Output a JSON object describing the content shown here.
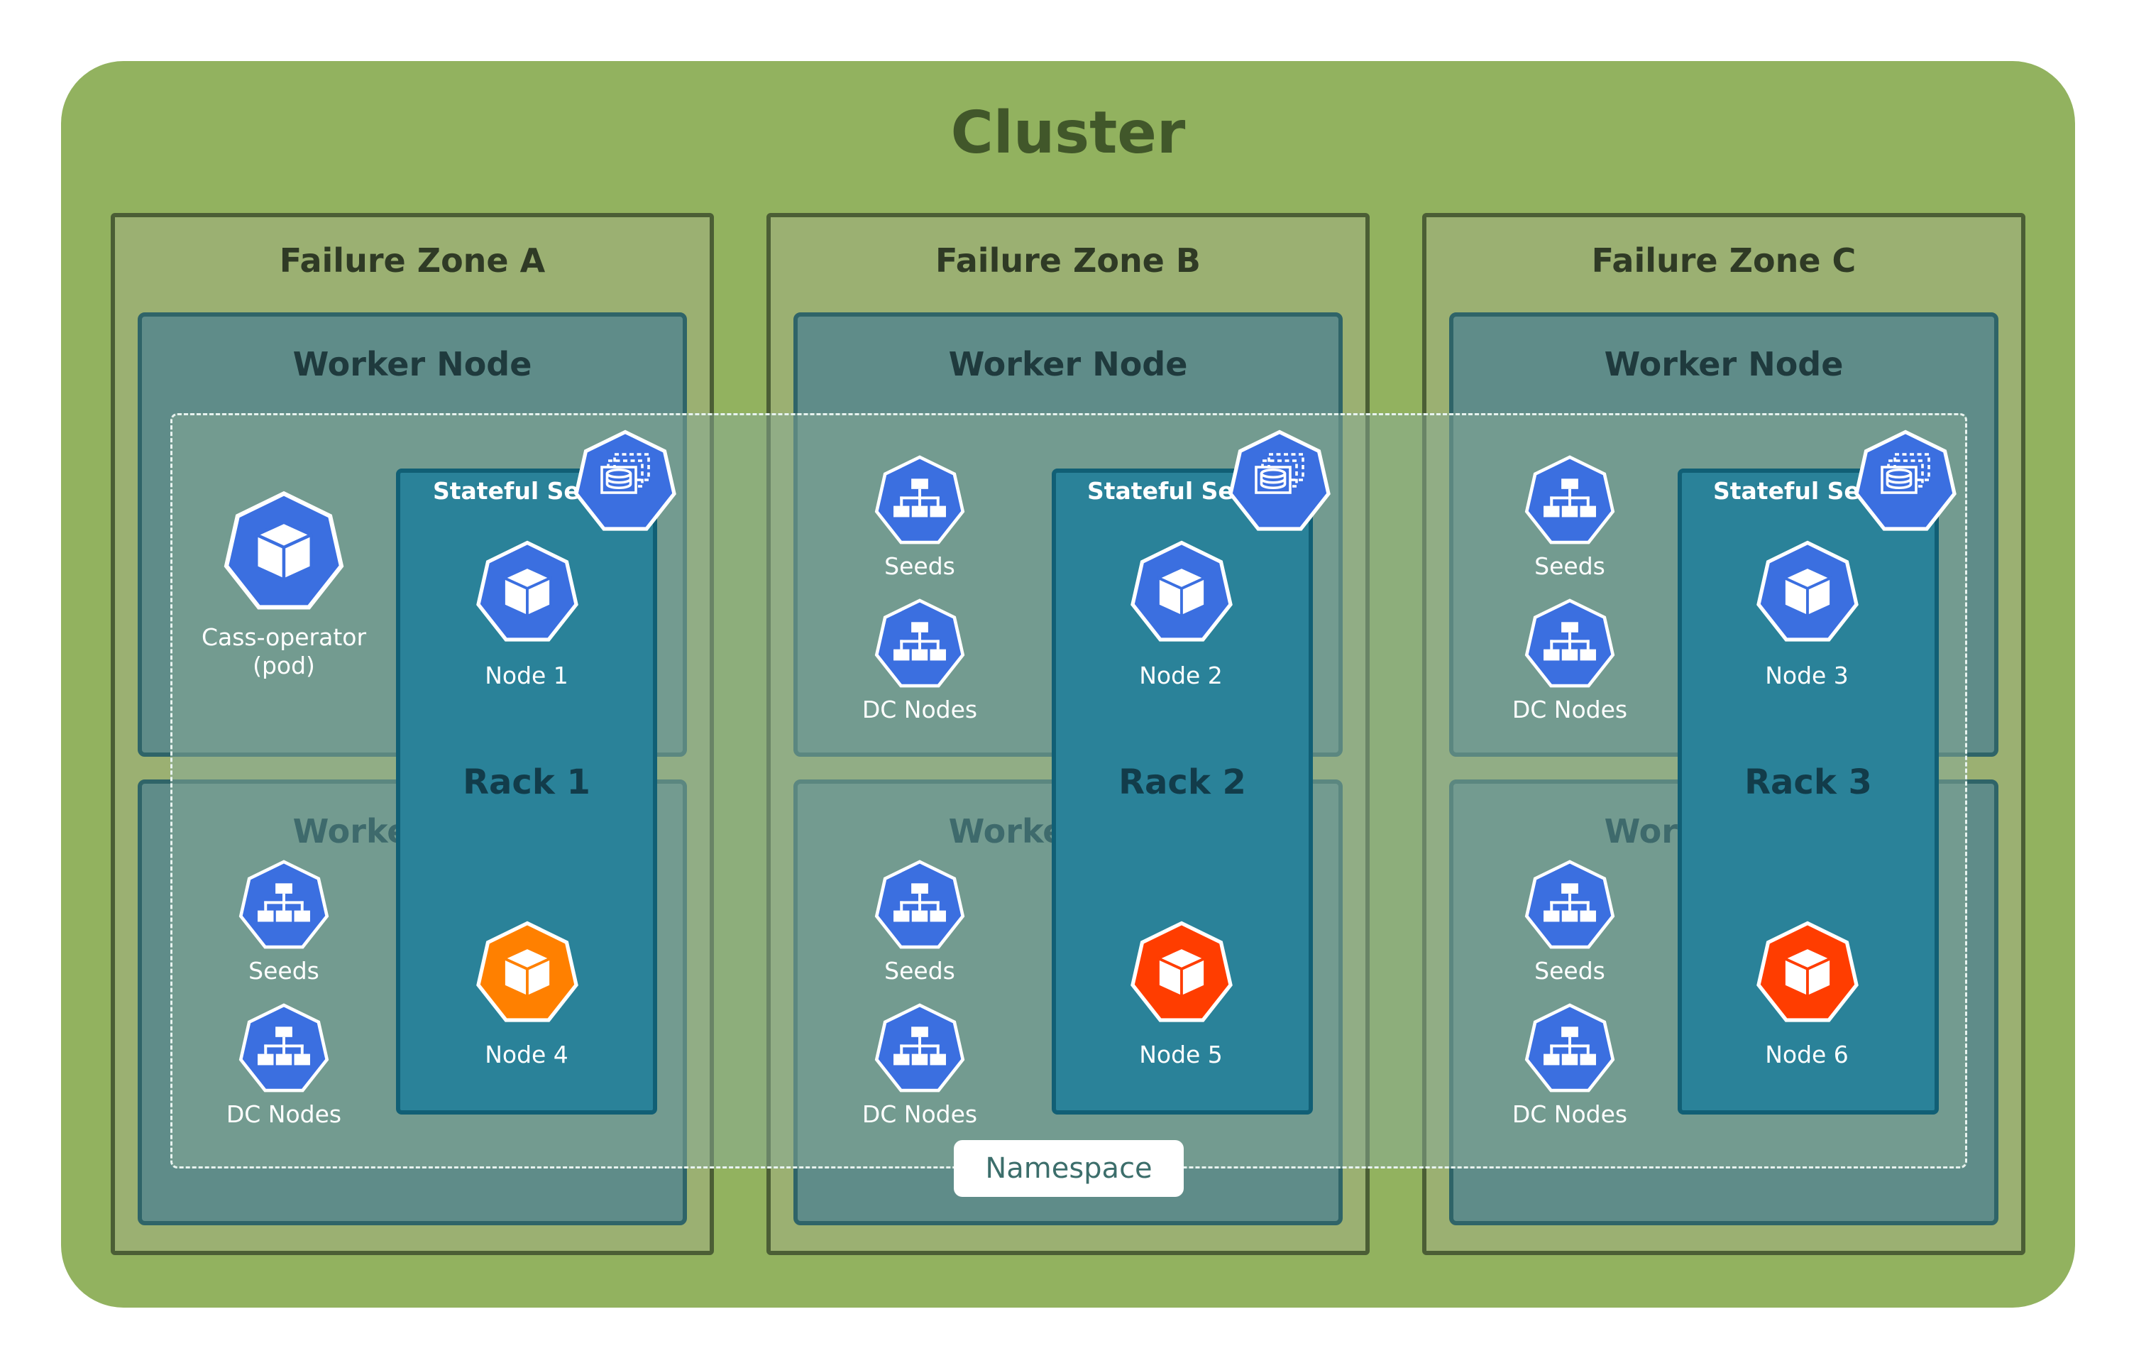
{
  "cluster": {
    "title": "Cluster"
  },
  "zones": [
    {
      "title": "Failure Zone A"
    },
    {
      "title": "Failure Zone B"
    },
    {
      "title": "Failure Zone C"
    }
  ],
  "worker_node_label": "Worker Node",
  "stateful_set_label": "Stateful Set",
  "racks": [
    {
      "title": "Rack 1"
    },
    {
      "title": "Rack 2"
    },
    {
      "title": "Rack 3"
    }
  ],
  "pods": {
    "cass_operator": "Cass-operator\n(pod)",
    "seeds": "Seeds",
    "dc_nodes": "DC Nodes"
  },
  "cass_nodes": [
    {
      "label": "Node 1",
      "color": "#3b6fe0"
    },
    {
      "label": "Node 2",
      "color": "#3b6fe0"
    },
    {
      "label": "Node 3",
      "color": "#3b6fe0"
    },
    {
      "label": "Node 4",
      "color": "#ff8000"
    },
    {
      "label": "Node 5",
      "color": "#ff3d00"
    },
    {
      "label": "Node 6",
      "color": "#ff3d00"
    }
  ],
  "namespace": {
    "label": "Namespace"
  },
  "colors": {
    "cluster": "#92b25f",
    "zone": "#9bb072",
    "worker": "#5f8c89",
    "rack": "#2a8299",
    "k8s_blue": "#3b6fe0"
  },
  "icons": {
    "pod": "cube-icon",
    "service": "hierarchy-icon",
    "statefulset": "database-stack-icon"
  }
}
